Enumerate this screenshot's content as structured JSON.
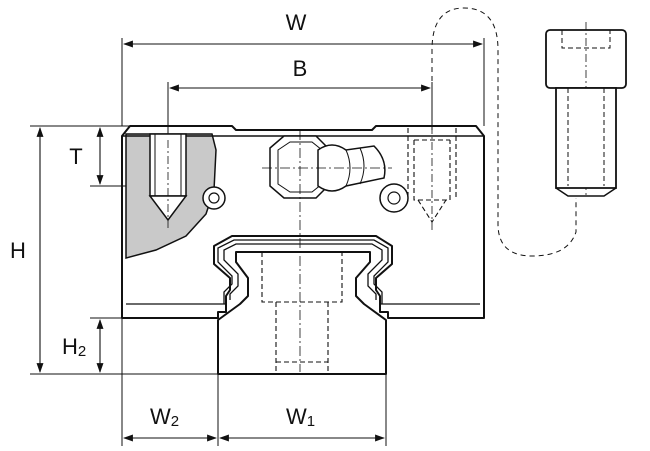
{
  "colors": {
    "line": "#111111",
    "shade": "#c9c9c9",
    "background": "#ffffff"
  },
  "labels": {
    "W": "W",
    "B": "B",
    "H": "H",
    "T": "T",
    "H2_main": "H",
    "H2_sub": "2",
    "W2_main": "W",
    "W2_sub": "2",
    "W1_main": "W",
    "W1_sub": "1"
  },
  "icons": [
    "grease-nipple-icon",
    "cap-screw-icon"
  ]
}
